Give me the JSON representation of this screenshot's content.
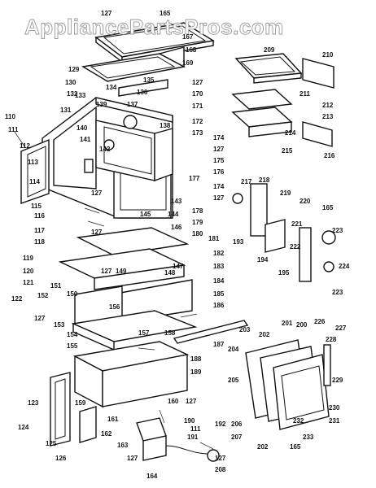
{
  "watermark": "AppliancePartsPros.com",
  "labels": {
    "l127": "127",
    "l165": "165",
    "l167": "167",
    "l168": "168",
    "l169": "169",
    "l129": "129",
    "l130": "130",
    "l131": "131",
    "l132": "132",
    "l133": "133",
    "l134": "134",
    "l135": "135",
    "l136": "136",
    "l137": "137",
    "l138": "138",
    "l139": "139",
    "l140": "140",
    "l141": "141",
    "l142": "142",
    "l143": "143",
    "l144": "144",
    "l145": "145",
    "l146": "146",
    "l147": "147",
    "l148": "148",
    "l149": "149",
    "l150": "150",
    "l151": "151",
    "l152": "152",
    "l153": "153",
    "l154": "154",
    "l155": "155",
    "l156": "156",
    "l157": "157",
    "l158": "158",
    "l159": "159",
    "l160": "160",
    "l161": "161",
    "l162": "162",
    "l163": "163",
    "l164": "164",
    "l170": "170",
    "l171": "171",
    "l172": "172",
    "l173": "173",
    "l174": "174",
    "l175": "175",
    "l176": "176",
    "l177": "177",
    "l178": "178",
    "l179": "179",
    "l180": "180",
    "l181": "181",
    "l182": "182",
    "l183": "183",
    "l184": "184",
    "l185": "185",
    "l186": "186",
    "l187": "187",
    "l188": "188",
    "l189": "189",
    "l190": "190",
    "l191": "191",
    "l192": "192",
    "l193": "193",
    "l194": "194",
    "l195": "195",
    "l200": "200",
    "l201": "201",
    "l202": "202",
    "l203": "203",
    "l204": "204",
    "l205": "205",
    "l206": "206",
    "l207": "207",
    "l208": "208",
    "l209": "209",
    "l210": "210",
    "l211": "211",
    "l212": "212",
    "l213": "213",
    "l214": "214",
    "l215": "215",
    "l216": "216",
    "l217": "217",
    "l218": "218",
    "l219": "219",
    "l220": "220",
    "l221": "221",
    "l222": "222",
    "l223": "223",
    "l224": "224",
    "l226": "226",
    "l227": "227",
    "l228": "228",
    "l229": "229",
    "l230": "230",
    "l231": "231",
    "l232": "232",
    "l233": "233",
    "l110": "110",
    "l111": "111",
    "l112": "112",
    "l113": "113",
    "l114": "114",
    "l115": "115",
    "l116": "116",
    "l117": "117",
    "l118": "118",
    "l119": "119",
    "l120": "120",
    "l121": "121",
    "l122": "122",
    "l123": "123",
    "l124": "124",
    "l125": "125",
    "l126": "126"
  }
}
